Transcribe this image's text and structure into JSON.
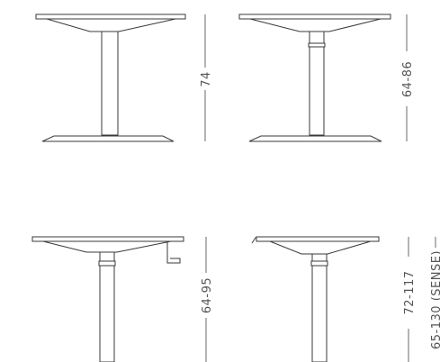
{
  "figures": [
    {
      "id": "fixed-height-table",
      "dimension_label": "74"
    },
    {
      "id": "electric-adjustable-table",
      "dimension_label": "64-86"
    },
    {
      "id": "crank-adjustable-table",
      "dimension_label": "64-95"
    },
    {
      "id": "sense-adjustable-table",
      "dimension_labels": [
        "72-117",
        "65-130 (SENSE)"
      ]
    }
  ],
  "colors": {
    "line": "#3a3a3a",
    "dimension": "#6a6a6a",
    "background": "#ffffff"
  }
}
